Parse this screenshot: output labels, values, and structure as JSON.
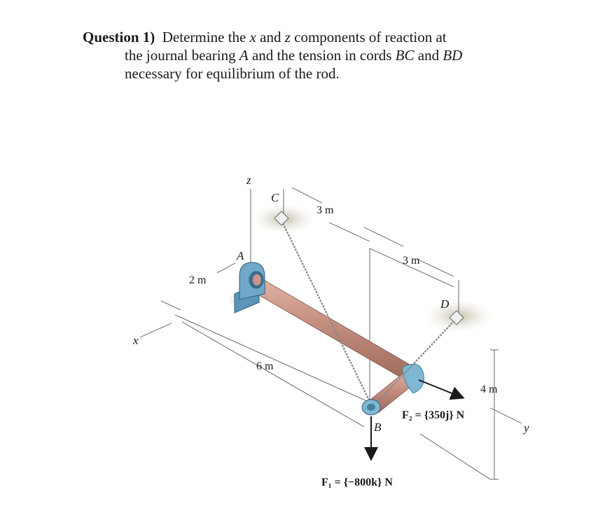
{
  "question": {
    "label": "Question 1)",
    "line1_a": "Determine the ",
    "line1_x": "x",
    "line1_b": " and ",
    "line1_z": "z",
    "line1_c": " components of reaction at",
    "line2_a": "the journal bearing ",
    "line2_A": "A",
    "line2_b": " and the tension in cords ",
    "line2_BC": "BC",
    "line2_c": " and ",
    "line2_BD": "BD",
    "line3": "necessary for equilibrium of the rod."
  },
  "figure": {
    "axis_z": "z",
    "axis_x": "x",
    "axis_y": "y",
    "point_A": "A",
    "point_B": "B",
    "point_C": "C",
    "point_D": "D",
    "dim_2m": "2 m",
    "dim_3m_top": "3 m",
    "dim_3m_mid": "3 m",
    "dim_6m": "6 m",
    "dim_4m": "4 m",
    "force_F2": "F₂ = {350j} N",
    "force_F1": "F₁ = {−800k} N",
    "colors": {
      "rod": "#c8958a",
      "bearing": "#6fa8c8",
      "shadow": "#c9c5b0",
      "cord": "#8a8a8a"
    }
  }
}
